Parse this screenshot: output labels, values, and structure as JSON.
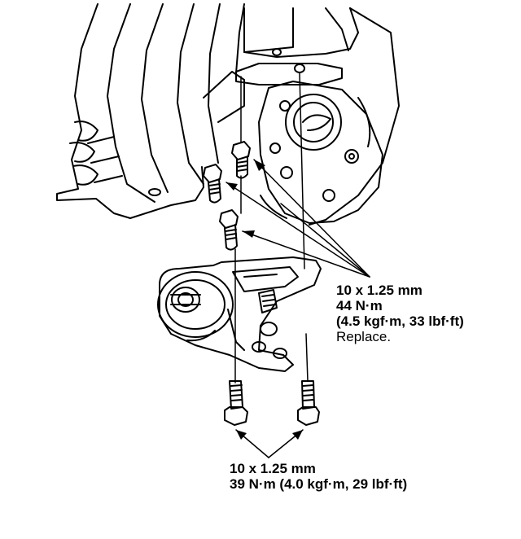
{
  "upper_callout": {
    "size": "10 x 1.25 mm",
    "torque_nm": "44 N·m",
    "torque_alt": "(4.5 kgf·m, 33 lbf·ft)",
    "note": "Replace."
  },
  "lower_callout": {
    "size": "10 x 1.25 mm",
    "torque": "39 N·m (4.0 kgf·m, 29 lbf·ft)"
  }
}
